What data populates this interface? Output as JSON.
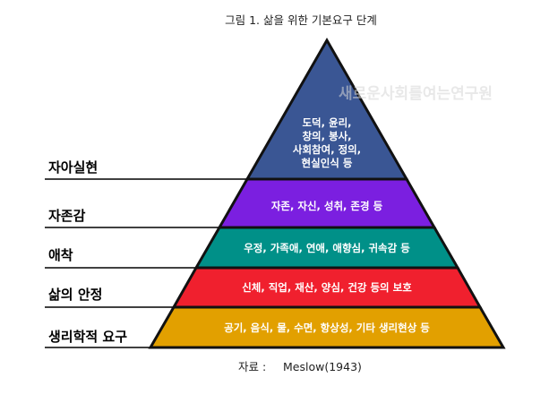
{
  "title": "그림 1. 삶을 위한 기본요구 단계",
  "watermark": "새로운사회를여는연구원",
  "source_label": "자료 :",
  "source_value": "Meslow(1943)",
  "levels": [
    {
      "label": "자아실현",
      "lines": [
        "도덕, 윤리,",
        "창의, 봉사,",
        "사회참여, 정의,",
        "현실인식 등"
      ],
      "color": "#3a5694"
    },
    {
      "label": "자존감",
      "lines": [
        "자존, 자신, 성취, 존경 등"
      ],
      "color": "#7b1fe0"
    },
    {
      "label": "애착",
      "lines": [
        "우정, 가족애, 연애, 애향심, 귀속감 등"
      ],
      "color": "#009088"
    },
    {
      "label": "삶의 안정",
      "lines": [
        "신체, 직업, 재산, 양심, 건강 등의 보호"
      ],
      "color": "#f0202e"
    },
    {
      "label": "생리학적 요구",
      "lines": [
        "공기, 음식, 물, 수면, 항상성, 기타 생리현상 등"
      ],
      "color": "#e2a000"
    }
  ]
}
